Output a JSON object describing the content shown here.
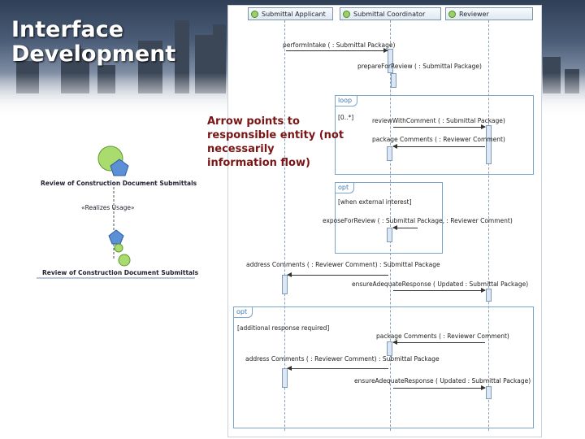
{
  "slide": {
    "title_line1": "Interface",
    "title_line2": "Development",
    "note": "Arrow points to responsible entity (not necessarily information flow)"
  },
  "usecase": {
    "top_label": "Review of Construction Document Submittals",
    "stereotype": "«Realizes Usage»",
    "bottom_label": "Review of Construction Document Submittals"
  },
  "lifelines": [
    {
      "name": "Submittal Applicant"
    },
    {
      "name": "Submittal Coordinator"
    },
    {
      "name": "Reviewer"
    }
  ],
  "messages": {
    "m1": "performIntake ( : Submittal Package)",
    "m2": "prepareForReview ( : Submittal Package)",
    "m3": "reviewWithComment ( : Submittal Package)",
    "m4": "package Comments ( : Reviewer Comment)",
    "m5": "exposeForReview ( : Submittal Package, : Reviewer Comment)",
    "m6": "address Comments ( : Reviewer Comment) : Submittal Package",
    "m7": "ensureAdequateResponse ( Updated : Submittal Package)",
    "m8": "package Comments ( : Reviewer Comment)",
    "m9": "address Comments ( : Reviewer Comment) : Submittal Package",
    "m10": "ensureAdequateResponse ( Updated : Submittal Package)"
  },
  "fragments": {
    "loop_tag": "loop",
    "loop_guard": "[0..*]",
    "opt1_tag": "opt",
    "opt1_guard": "[when external interest]",
    "opt2_tag": "opt",
    "opt2_guard": "[additional response required]"
  },
  "colors": {
    "note": "#7a1515",
    "frame": "#7aa6cc"
  }
}
